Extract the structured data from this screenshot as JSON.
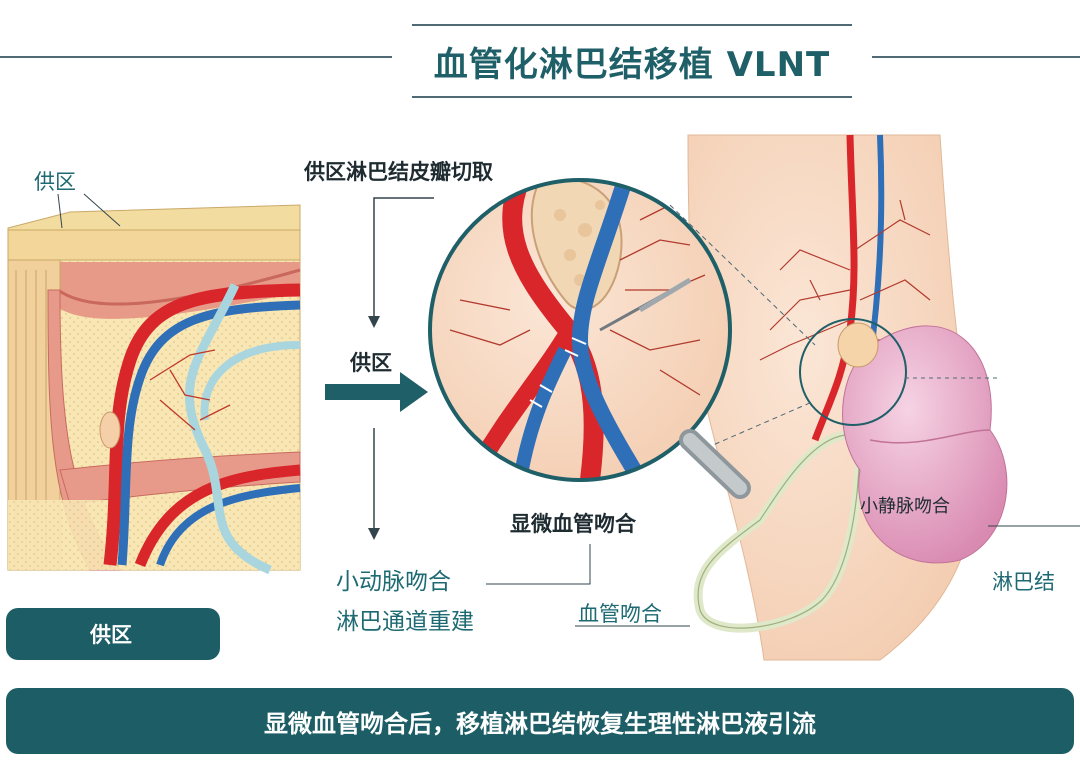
{
  "title": "血管化淋巴结移植 VLNT",
  "labels": {
    "donor_site_top": "供区",
    "flap_harvest": "供区淋巴结皮瓣切取",
    "donor_arrow": "供区",
    "microsurgery": "显微血管吻合",
    "arterial": "小动脉吻合",
    "lymph_rebuild": "淋巴通道重建",
    "vessel_anastomosis": "血管吻合",
    "venous": "小静脉吻合",
    "lymph_node": "淋巴结"
  },
  "donor_badge": "供区",
  "footer_caption": "显微血管吻合后，移植淋巴结恢复生理性淋巴液引流",
  "colors": {
    "title_teal": "#1f5f68",
    "banner": "#1d5e66",
    "artery": "#d8262b",
    "vein": "#2f6fb8",
    "lymph": "#bfe3e6",
    "skin": "#f6d9c2",
    "node": "#e7a6c4"
  }
}
